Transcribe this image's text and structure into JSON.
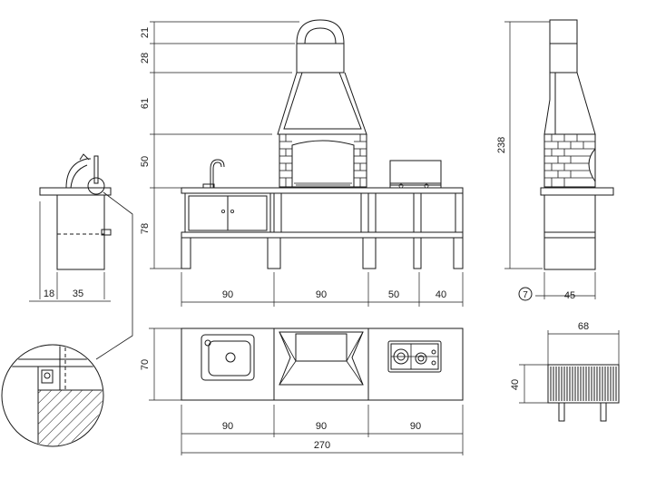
{
  "front_view": {
    "vertical_dims": [
      "21",
      "28",
      "61",
      "50",
      "78"
    ],
    "horizontal_dims": [
      "90",
      "90",
      "50",
      "40"
    ]
  },
  "side_view": {
    "height_dim": "238",
    "small_marker": "7",
    "depth_dim": "45"
  },
  "left_detail": {
    "dims": [
      "18",
      "35"
    ]
  },
  "top_view": {
    "depth_dim": "70",
    "module_dims": [
      "90",
      "90",
      "90"
    ],
    "total_dim": "270"
  },
  "grill_detail": {
    "width_dim": "68",
    "depth_dim": "40"
  }
}
